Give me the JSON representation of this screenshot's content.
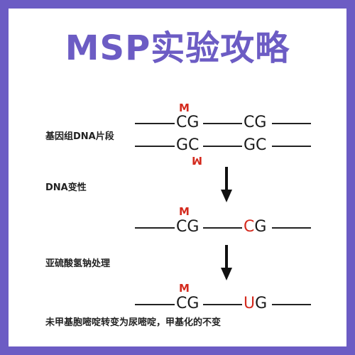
{
  "title": "MSP实验攻略",
  "labels": {
    "fragment": "基因组DNA片段",
    "denature": "DNA变性",
    "bisulfite": "亚硫酸氢钠处理",
    "conclusion": "未甲基胞嘧啶转变为尿嘧啶，甲基化的不变"
  },
  "methyl_mark": "M",
  "row1_top": {
    "a": "CG",
    "b": "CG"
  },
  "row1_bottom": {
    "a": "GC",
    "b": "GC"
  },
  "row2": {
    "a": "CG",
    "b_first": "C",
    "b_rest": "G"
  },
  "row3": {
    "a": "CG",
    "b_first": "U",
    "b_rest": "G"
  },
  "colors": {
    "accent": "#6c5cc4",
    "methyl": "#d42a1e",
    "text": "#222222"
  },
  "icons": {
    "arrow": "down-arrow-icon"
  }
}
